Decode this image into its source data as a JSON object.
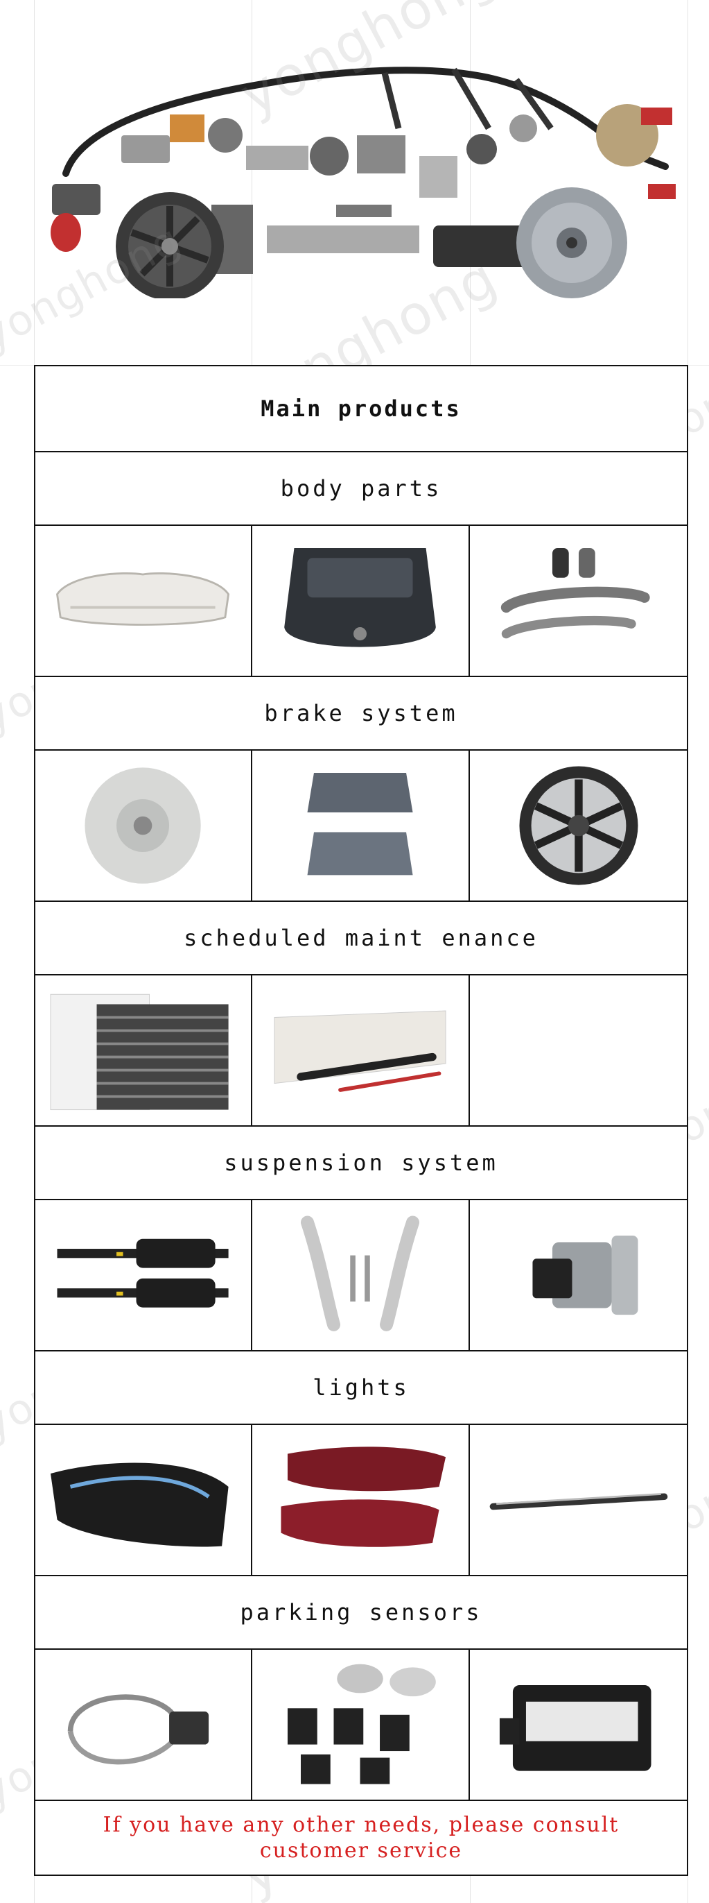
{
  "watermark": "yonghong",
  "table": {
    "title": "Main products",
    "sections": [
      {
        "label": "body parts",
        "items": [
          "front-bumper",
          "tailgate",
          "door-handles"
        ]
      },
      {
        "label": "brake system",
        "items": [
          "brake-disc",
          "brake-pads",
          "alloy-wheel"
        ]
      },
      {
        "label": "scheduled maint enance",
        "items": [
          "cabin-air-filter",
          "wiper-blades",
          ""
        ]
      },
      {
        "label": "suspension system",
        "items": [
          "air-suspension-struts",
          "control-arms",
          "engine-mount"
        ]
      },
      {
        "label": "lights",
        "items": [
          "headlight",
          "tail-lights",
          "light-strip"
        ]
      },
      {
        "label": "parking sensors",
        "items": [
          "oxygen-sensor",
          "parking-sensor-kit",
          "radar-sensor-module"
        ]
      }
    ],
    "footer": "If you have any other needs, please consult customer service"
  },
  "colors": {
    "border": "#111111",
    "footer_text": "#d62020",
    "watermark": "#969696"
  }
}
